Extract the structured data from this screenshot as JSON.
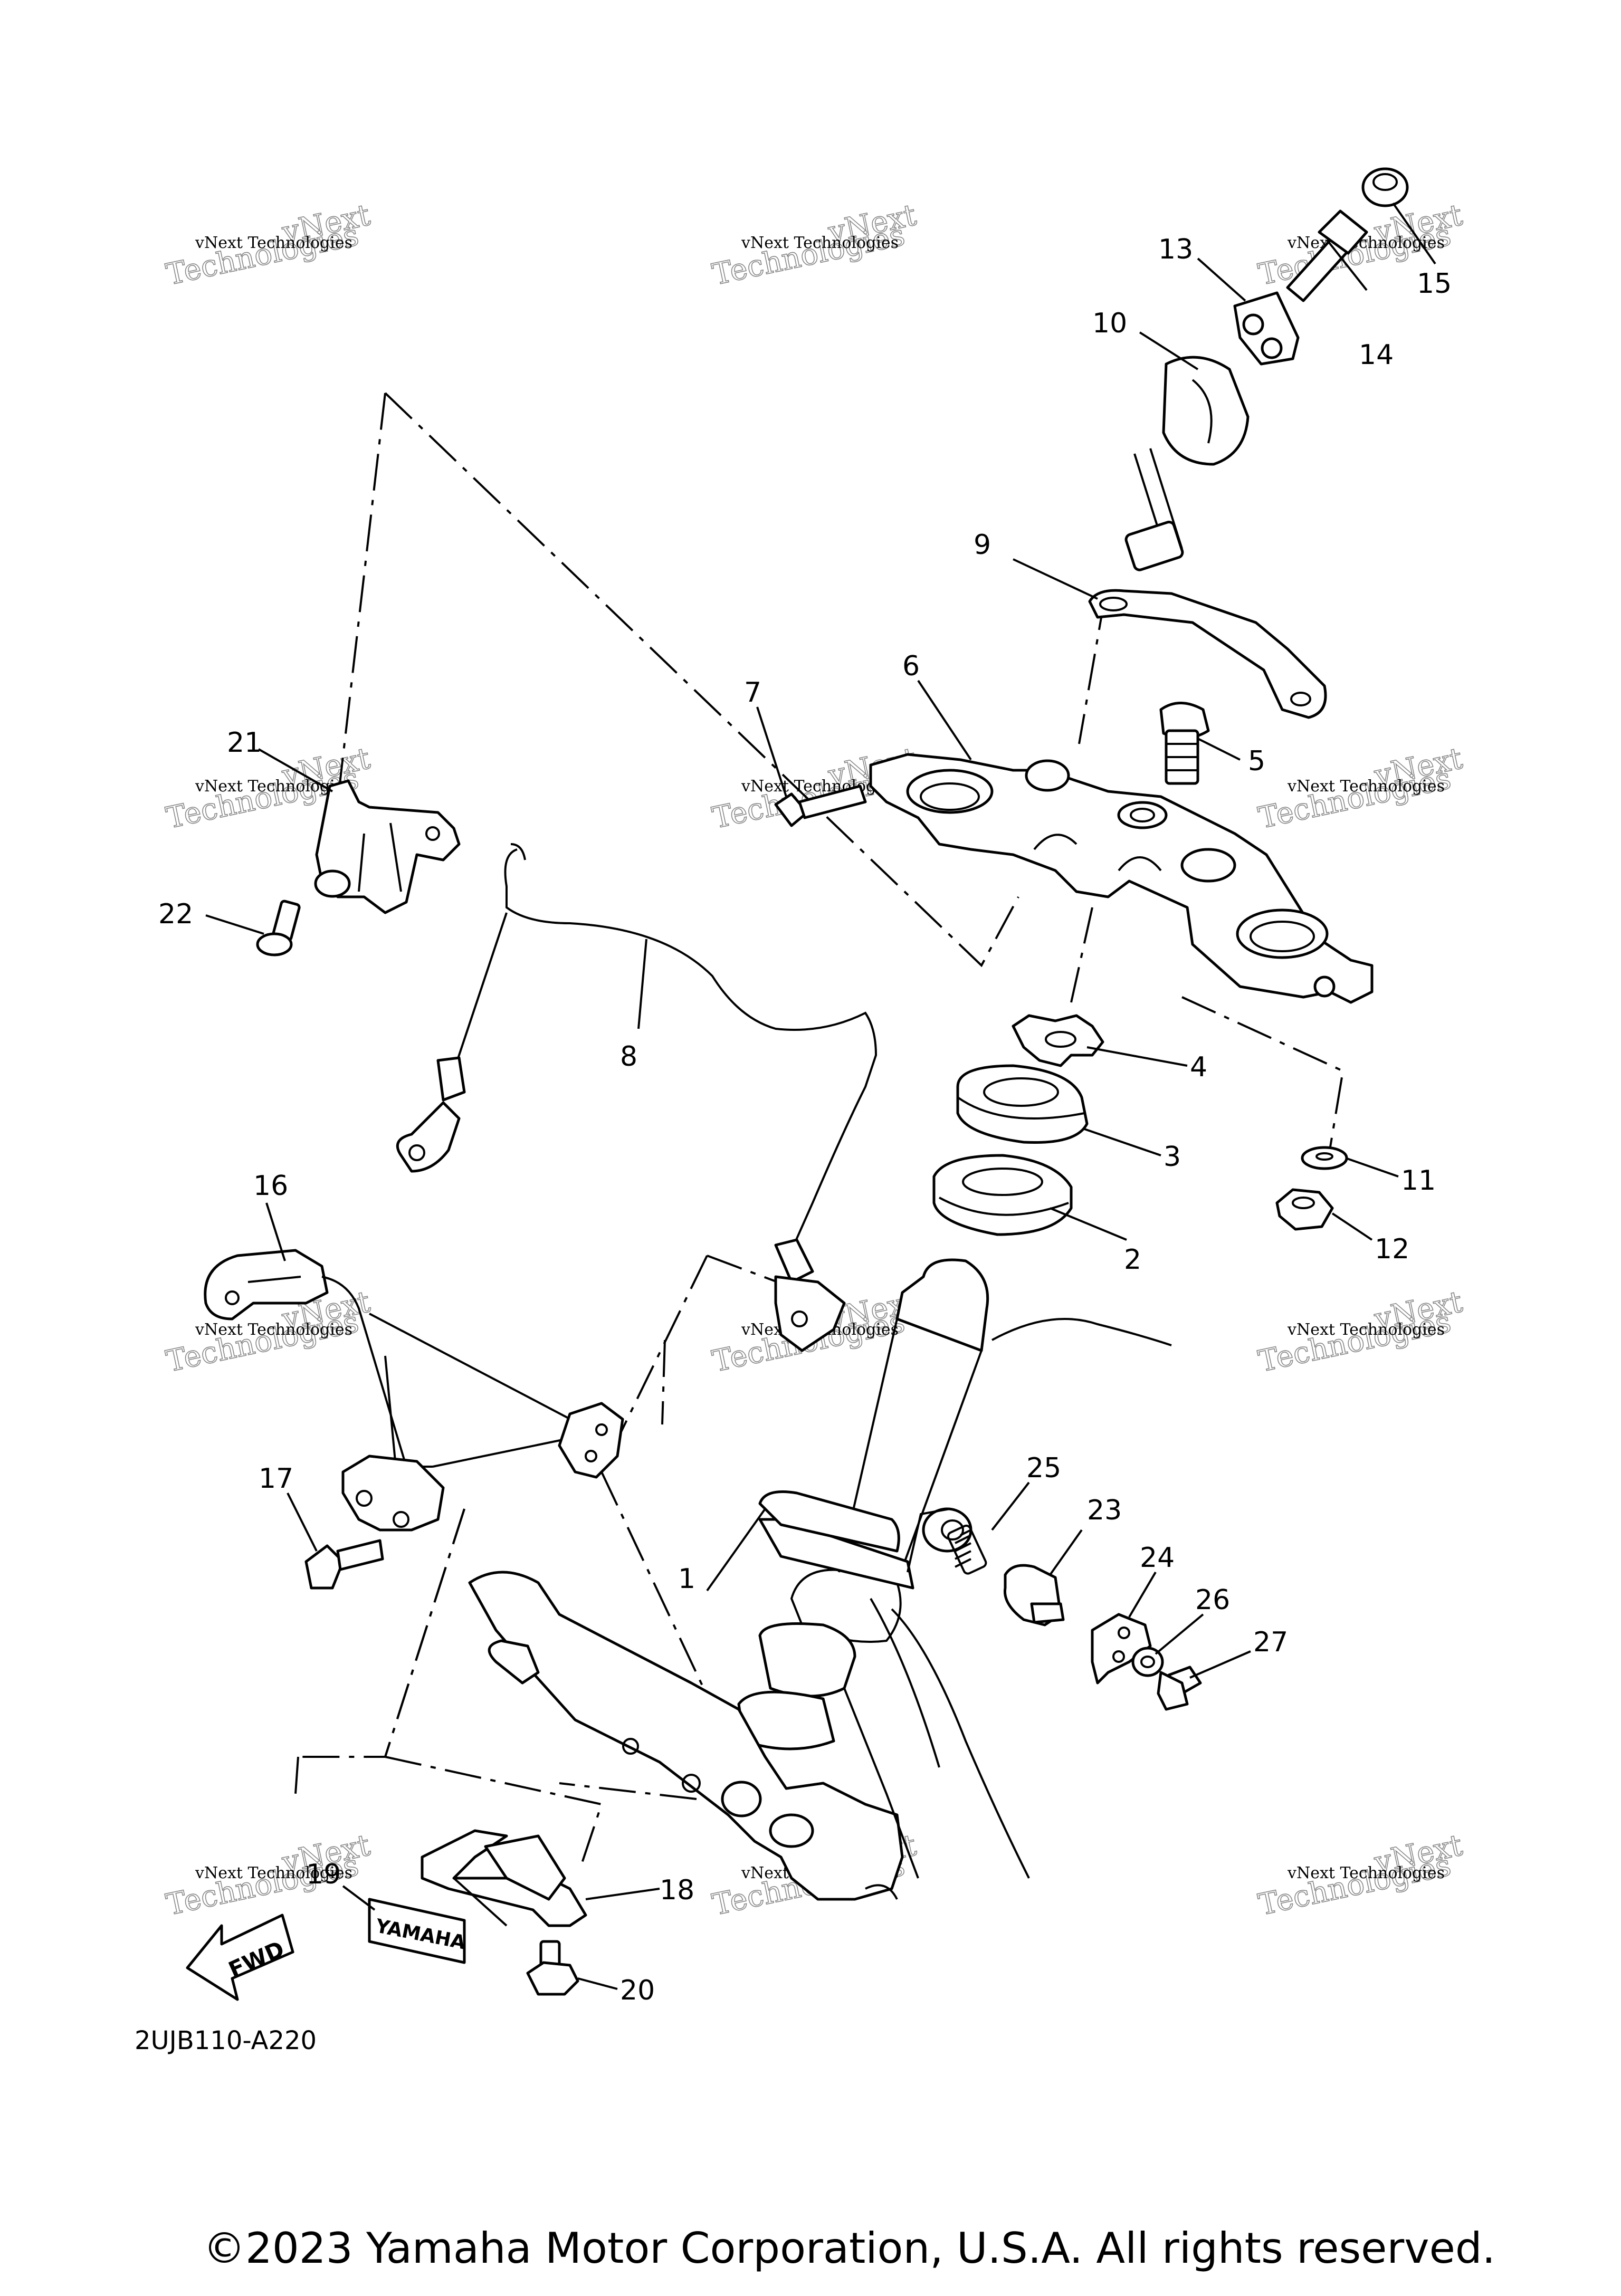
{
  "watermark": {
    "line1": "vNext Technologies",
    "line2": "vNext",
    "line3": "Technologies"
  },
  "callouts": [
    "1",
    "2",
    "3",
    "4",
    "5",
    "6",
    "7",
    "8",
    "9",
    "10",
    "11",
    "12",
    "13",
    "14",
    "15",
    "16",
    "17",
    "18",
    "19",
    "20",
    "21",
    "22",
    "23",
    "24",
    "25",
    "26",
    "27"
  ],
  "labels": {
    "fwd": "FWD",
    "emblem": "YAMAHA"
  },
  "diagram_code": "2UJB110-A220",
  "copyright": "©2023 Yamaha Motor Corporation, U.S.A. All rights reserved."
}
